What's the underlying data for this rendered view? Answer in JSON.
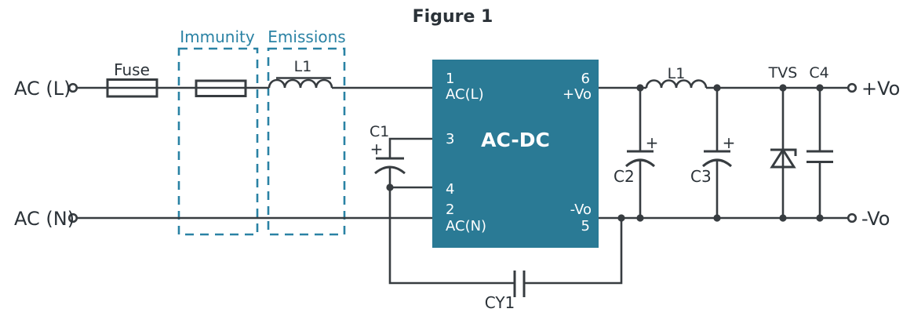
{
  "title": "Figure 1",
  "colors": {
    "wire": "#373c40",
    "text_dark": "#2b3238",
    "accent_teal": "#2a82a4",
    "block_fill": "#2a7a95",
    "block_text": "#ffffff"
  },
  "ac_input": {
    "line_terminal": "AC (L)",
    "neutral_terminal": "AC (N)",
    "fuse": "Fuse"
  },
  "emc_zones": {
    "immunity": "Immunity",
    "emissions": "Emissions",
    "input_inductor": "L1"
  },
  "primary_side": {
    "c1": "C1",
    "c1_polarity": "+",
    "cy1": "CY1"
  },
  "converter": {
    "label": "AC-DC",
    "pin1": "1",
    "pin1_name": "AC(L)",
    "pin2": "2",
    "pin2_name": "AC(N)",
    "pin3": "3",
    "pin4": "4",
    "pin5": "5",
    "pin5_name": "-Vo",
    "pin6": "6",
    "pin6_name": "+Vo"
  },
  "output_side": {
    "inductor": "L1",
    "c2": "C2",
    "c2_polarity": "+",
    "c3": "C3",
    "c3_polarity": "+",
    "tvs": "TVS",
    "c4": "C4",
    "positive_terminal": "+Vo",
    "negative_terminal": "-Vo"
  }
}
